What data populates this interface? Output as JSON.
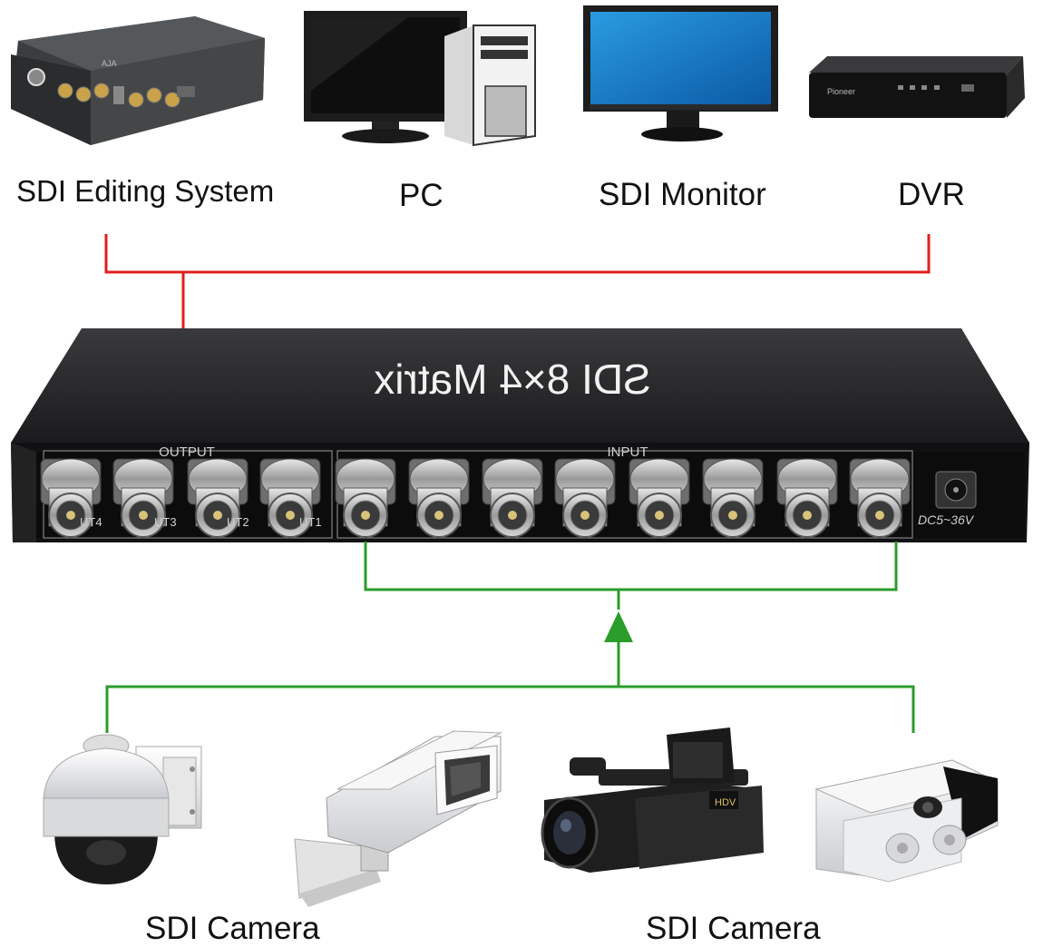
{
  "destinations": {
    "editing_system": "SDI Editing System",
    "pc": "PC",
    "monitor": "SDI Monitor",
    "dvr": "DVR"
  },
  "sources": {
    "camera_left": "SDI Camera",
    "camera_right": "SDI Camera"
  },
  "device": {
    "title": "SDI 8x4 Matrix",
    "output_group": "OUTPUT",
    "input_group": "INPUT",
    "output_ports": [
      "UT4",
      "UT3",
      "UT2",
      "UT1"
    ],
    "power_label": "DC5~36V",
    "device_brand_small": "AJA",
    "dvr_brand": "Pioneer",
    "camcorder_badge": "HDV"
  },
  "colors": {
    "output_link": "#e01e1e",
    "input_link": "#2a9d2a",
    "chassis": "#1c1c1e"
  }
}
